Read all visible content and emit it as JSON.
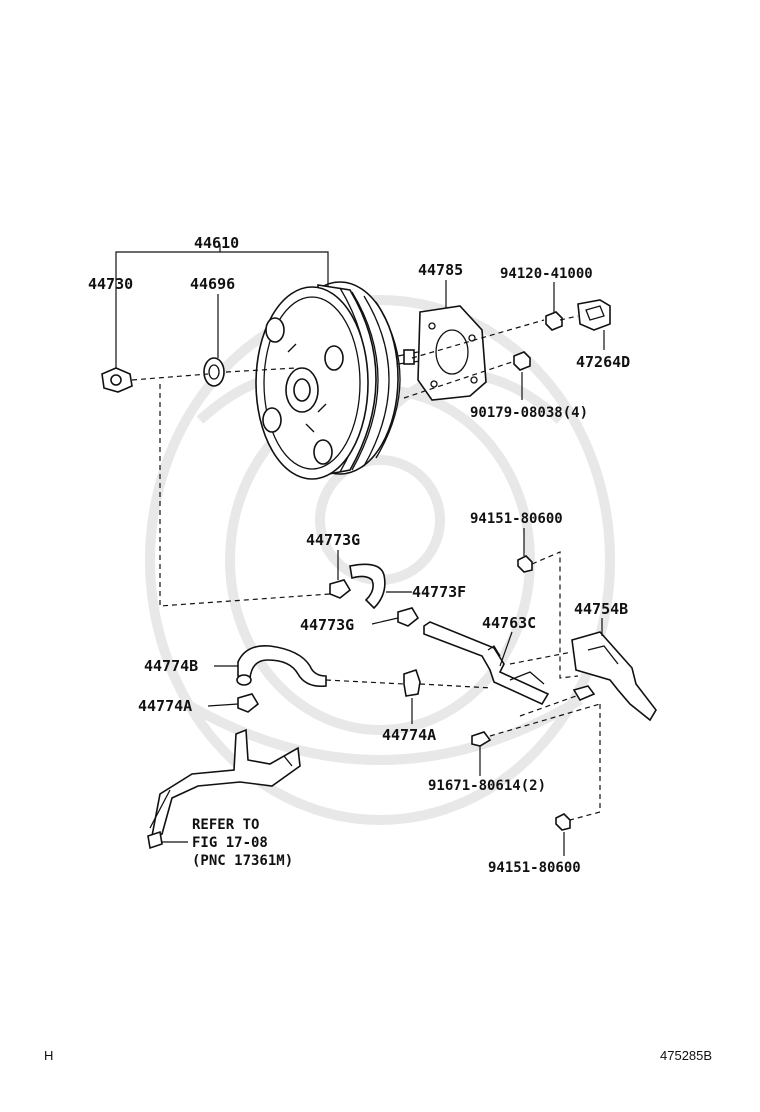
{
  "diagram": {
    "callouts": [
      {
        "id": "c44610",
        "text": "44610"
      },
      {
        "id": "c44730",
        "text": "44730"
      },
      {
        "id": "c44696",
        "text": "44696"
      },
      {
        "id": "c44785",
        "text": "44785"
      },
      {
        "id": "c94120",
        "text": "94120-41000"
      },
      {
        "id": "c47264",
        "text": "47264D"
      },
      {
        "id": "c90179",
        "text": "90179-08038(4)"
      },
      {
        "id": "c94151a",
        "text": "94151-80600"
      },
      {
        "id": "c44773g1",
        "text": "44773G"
      },
      {
        "id": "c44773f",
        "text": "44773F"
      },
      {
        "id": "c44773g2",
        "text": "44773G"
      },
      {
        "id": "c44763c",
        "text": "44763C"
      },
      {
        "id": "c44754b",
        "text": "44754B"
      },
      {
        "id": "c44774b",
        "text": "44774B"
      },
      {
        "id": "c44774a1",
        "text": "44774A"
      },
      {
        "id": "c44774a2",
        "text": "44774A"
      },
      {
        "id": "c91671",
        "text": "91671-80614(2)"
      },
      {
        "id": "c94151b",
        "text": "94151-80600"
      }
    ],
    "refer_note": [
      "REFER TO",
      "FIG 17-08",
      "(PNC 17361M)"
    ]
  },
  "footer": {
    "left_mark": "H",
    "drawing_code": "475285B"
  }
}
